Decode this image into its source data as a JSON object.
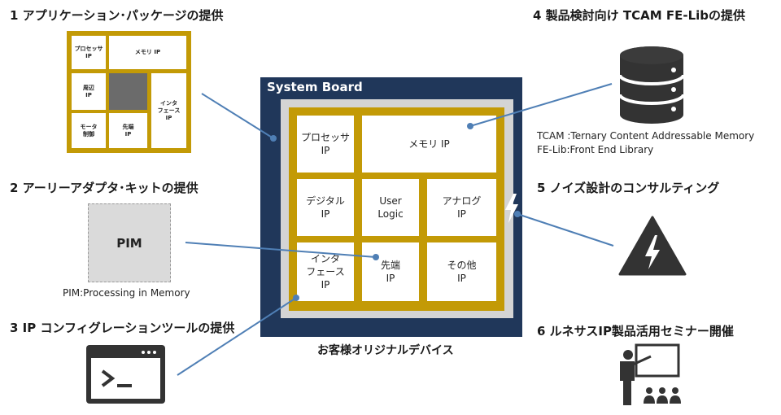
{
  "colors": {
    "board": "#20375a",
    "gold": "#c39a06",
    "silver": "#d4d4d4",
    "line": "#4f7fb5",
    "icon": "#333333",
    "pim": "#dadada"
  },
  "headings": {
    "h1": "1 アプリケーション･パッケージの提供",
    "h2": "2 アーリーアダプタ･キットの提供",
    "h3": "3 IP コンフィグレーションツールの提供",
    "h4": "4 製品検討向け TCAM FE-Libの提供",
    "h5": "5  ノイズ設計のコンサルティング",
    "h6": "6 ルネサスIP製品活用セミナー開催"
  },
  "board": {
    "title": "System Board",
    "caption": "お客様オリジナルデバイス",
    "cells": {
      "processor": "プロセッサ\nIP",
      "memory": "メモリ IP",
      "digital": "デジタル\nIP",
      "user_logic": "User\nLogic",
      "analog": "アナログ\nIP",
      "interface": "インタ\nフェース\nIP",
      "advanced": "先端\nIP",
      "other": "その他\nIP"
    }
  },
  "package": {
    "processor": "プロセッサ\nIP",
    "memory": "メモリ IP",
    "peripheral": "周辺\nIP",
    "interface": "インタ\nフェース\nIP",
    "motor": "モータ\n制御",
    "advanced": "先端\nIP"
  },
  "pim": {
    "label": "PIM",
    "caption": "PIM:Processing in Memory"
  },
  "tcam": {
    "line1": "TCAM :Ternary Content Addressable Memory",
    "line2": "FE-Lib:Front End Library"
  },
  "icons": {
    "database": "database-icon",
    "warning": "high-voltage-warning-icon",
    "terminal": "terminal-icon",
    "seminar": "seminar-presenter-icon",
    "lightning": "lightning-icon"
  }
}
